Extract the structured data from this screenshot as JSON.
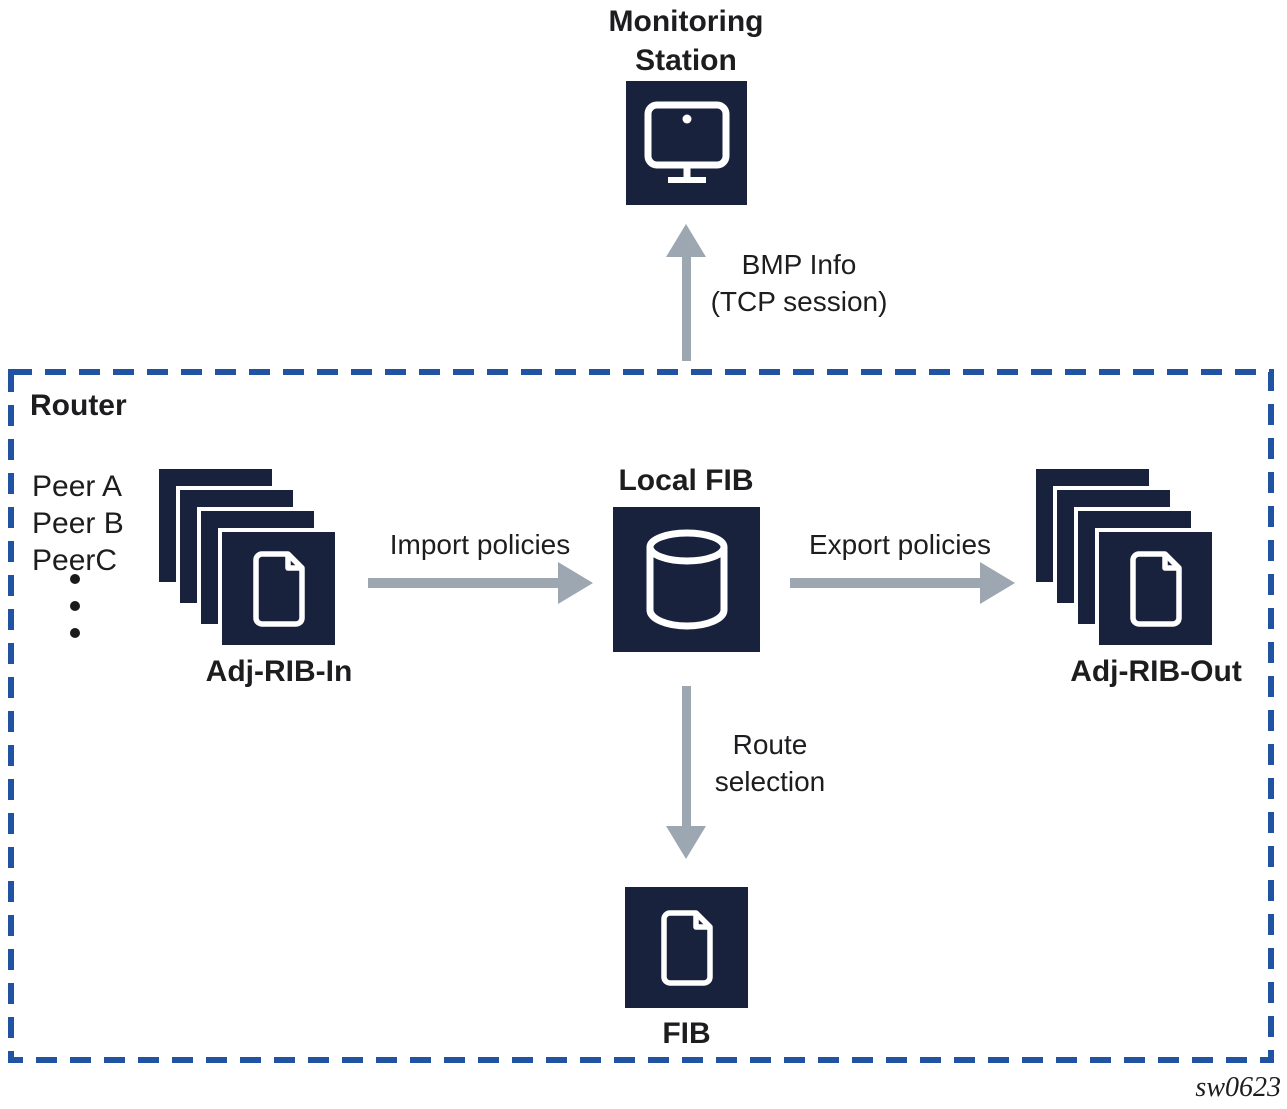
{
  "colors": {
    "navy": "#18223C",
    "arrow_gray": "#9DA7B2",
    "border_blue": "#2153A3",
    "text": "#1D1D1F"
  },
  "monitoring_station": {
    "line1": "Monitoring",
    "line2": "Station",
    "icon": "monitor-icon"
  },
  "bmp_link": {
    "line1": "BMP Info",
    "line2": "(TCP session)"
  },
  "router": {
    "label": "Router",
    "peers": [
      "Peer A",
      "Peer B",
      "PeerC"
    ],
    "adj_rib_in_label": "Adj-RIB-In",
    "import_label": "Import policies",
    "local_fib_label": "Local FIB",
    "export_label": "Export policies",
    "adj_rib_out_label": "Adj-RIB-Out",
    "route_selection_line1": "Route",
    "route_selection_line2": "selection",
    "fib_label": "FIB",
    "icons": {
      "adj_rib_in": "document-icon",
      "local_fib": "database-icon",
      "adj_rib_out": "document-icon",
      "fib": "document-icon"
    }
  },
  "figure_id": "sw0623"
}
